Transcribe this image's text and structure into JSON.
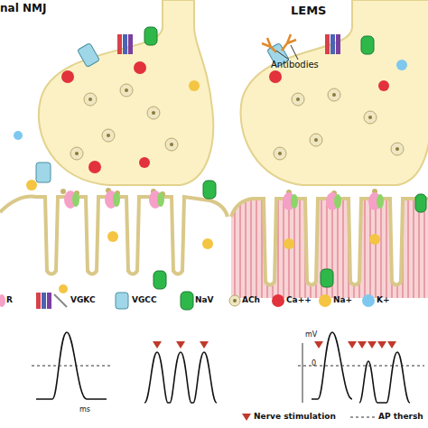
{
  "diagram": {
    "labels": [
      "nal NMJ",
      "LEMS",
      "Antibodies",
      "ms",
      "mV",
      "0"
    ],
    "legend": [
      {
        "text": "R"
      },
      {
        "text": "VGKC"
      },
      {
        "text": "VGCC"
      },
      {
        "text": "NaV"
      },
      {
        "text": "ACh"
      },
      {
        "text": "Ca++"
      },
      {
        "text": "Na+"
      },
      {
        "text": "K+"
      },
      {
        "text": "Nerve stimulation"
      },
      {
        "text": "AP thersh"
      }
    ]
  }
}
